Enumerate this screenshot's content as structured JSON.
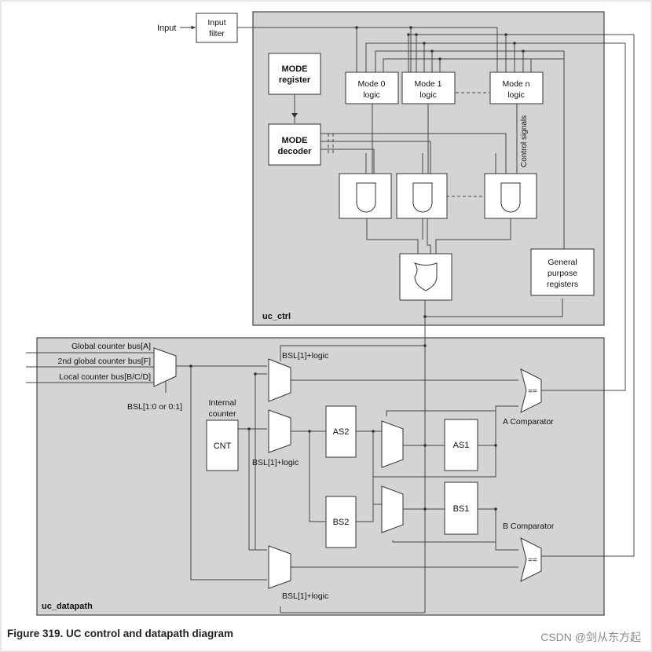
{
  "caption": "Figure 319. UC control and datapath diagram",
  "watermark": "CSDN @剑从东方起",
  "colors": {
    "region_fill": "#d4d4d6",
    "block_fill": "#ffffff",
    "line": "#333333"
  },
  "input": {
    "label": "Input",
    "filter_line1": "Input",
    "filter_line2": "filter"
  },
  "uc_ctrl": {
    "label": "uc_ctrl",
    "mode_register": [
      "MODE",
      "register"
    ],
    "mode_decoder": [
      "MODE",
      "decoder"
    ],
    "mode_logic": [
      {
        "line1": "Mode 0",
        "line2": "logic"
      },
      {
        "line1": "Mode 1",
        "line2": "logic"
      },
      {
        "line1": "Mode n",
        "line2": "logic"
      }
    ],
    "control_signals": "Control signals",
    "general_purpose_registers": [
      "General",
      "purpose",
      "registers"
    ]
  },
  "uc_datapath": {
    "label": "uc_datapath",
    "buses": [
      "Global counter bus[A]",
      "2nd global counter bus[F]",
      "Local counter bus[B/C/D]"
    ],
    "bsl_select": "BSL[1:0 or 0:1]",
    "mux_labels": [
      "BSL[1]+logic",
      "BSL[1]+logic",
      "BSL[1]+logic"
    ],
    "internal_counter": [
      "Internal",
      "counter"
    ],
    "cnt": "CNT",
    "as2": "AS2",
    "bs2": "BS2",
    "as1": "AS1",
    "bs1": "BS1",
    "comparator_symbol": "==",
    "a_comparator": "A Comparator",
    "b_comparator": "B Comparator"
  }
}
